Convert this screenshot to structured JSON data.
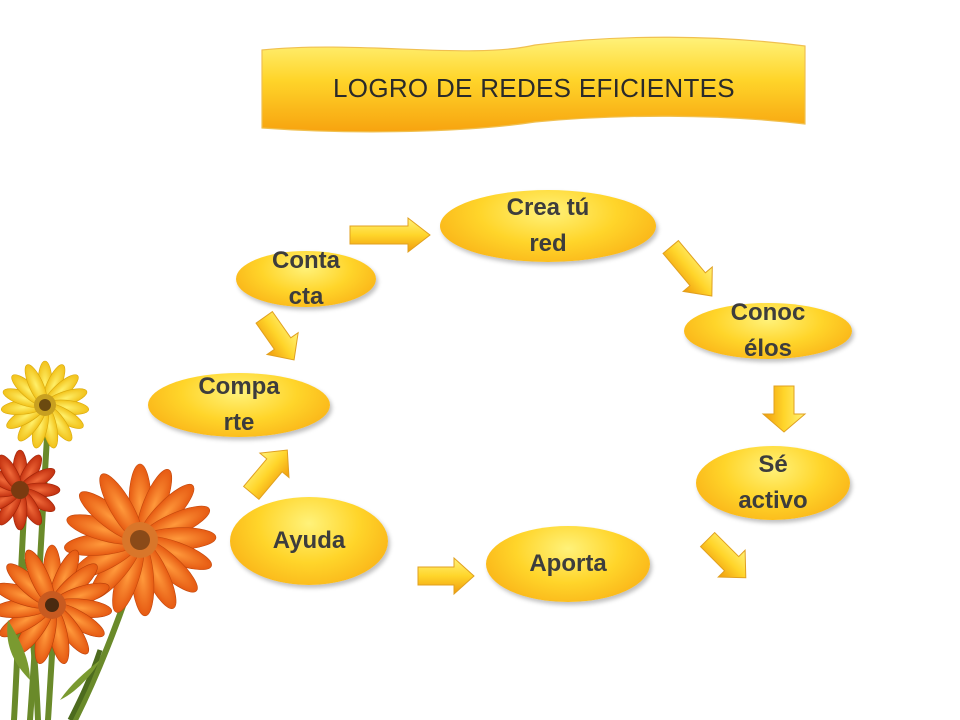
{
  "title": "LOGRO DE REDES EFICIENTES",
  "colors": {
    "fill_light": "#fff27a",
    "fill_mid": "#ffd52a",
    "fill_dark": "#f7a30f",
    "arrow_dark": "#e58a0a"
  },
  "nodes": {
    "crea": [
      "Crea tú",
      "red"
    ],
    "contacta": [
      "Conta",
      "cta"
    ],
    "conocelos": [
      "Conoc",
      "élos"
    ],
    "comparte": [
      "Compa",
      "rte"
    ],
    "se_activo": [
      "Sé",
      "activo"
    ],
    "ayuda": [
      "Ayuda"
    ],
    "aporta": [
      "Aporta"
    ]
  },
  "decoration": {
    "image": "gerbera-daisy-flowers"
  }
}
